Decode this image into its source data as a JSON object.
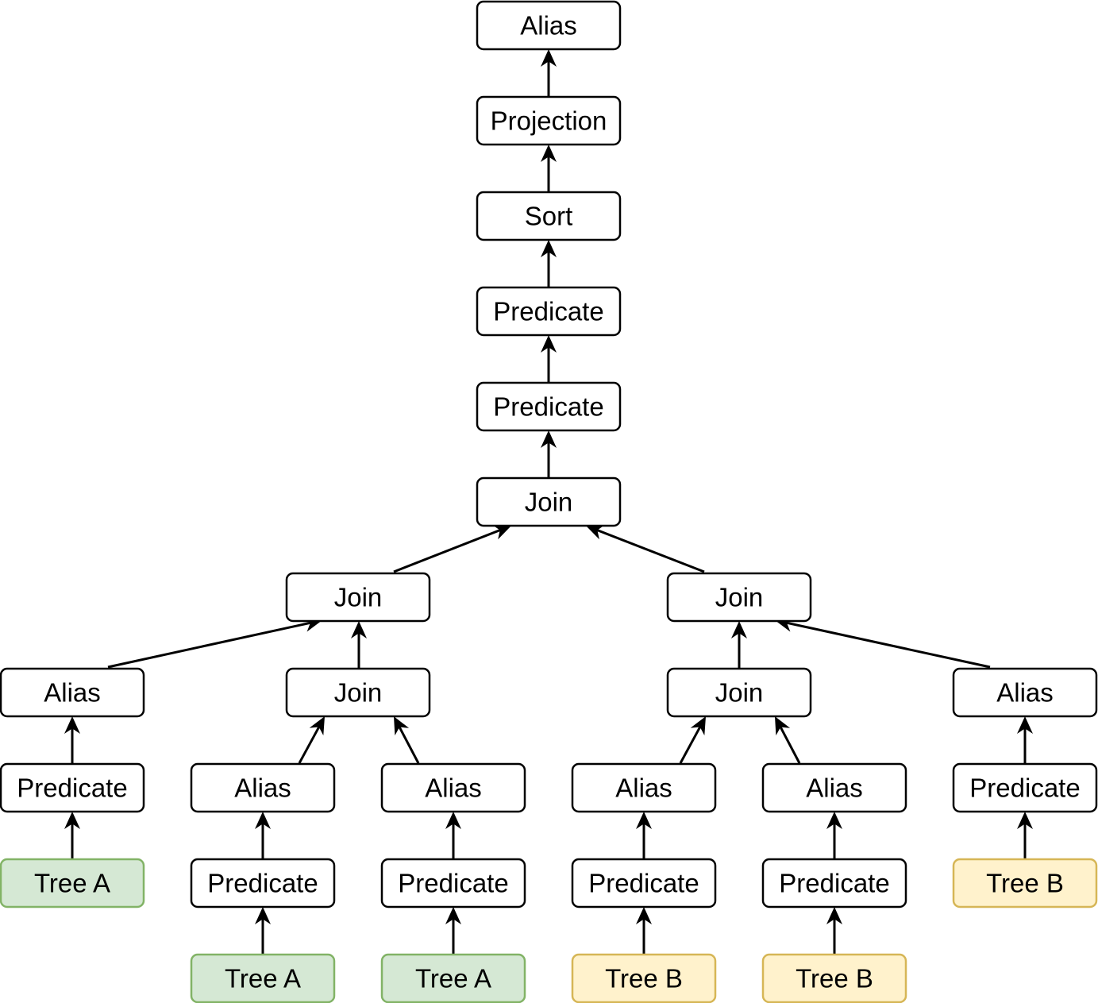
{
  "nodes": [
    {
      "id": "n1",
      "label": "Alias"
    },
    {
      "id": "n2",
      "label": "Projection"
    },
    {
      "id": "n3",
      "label": "Sort"
    },
    {
      "id": "n4",
      "label": "Predicate"
    },
    {
      "id": "n5",
      "label": "Predicate"
    },
    {
      "id": "n6",
      "label": "Join"
    },
    {
      "id": "n7",
      "label": "Join"
    },
    {
      "id": "n8",
      "label": "Join"
    },
    {
      "id": "n9",
      "label": "Alias"
    },
    {
      "id": "n10",
      "label": "Join"
    },
    {
      "id": "n11",
      "label": "Join"
    },
    {
      "id": "n12",
      "label": "Alias"
    },
    {
      "id": "n13",
      "label": "Predicate"
    },
    {
      "id": "n14",
      "label": "Alias"
    },
    {
      "id": "n15",
      "label": "Alias"
    },
    {
      "id": "n16",
      "label": "Alias"
    },
    {
      "id": "n17",
      "label": "Alias"
    },
    {
      "id": "n18",
      "label": "Predicate"
    },
    {
      "id": "n19",
      "label": "Tree A",
      "style": "green"
    },
    {
      "id": "n20",
      "label": "Predicate"
    },
    {
      "id": "n21",
      "label": "Predicate"
    },
    {
      "id": "n22",
      "label": "Predicate"
    },
    {
      "id": "n23",
      "label": "Predicate"
    },
    {
      "id": "n24",
      "label": "Tree B",
      "style": "yellow"
    },
    {
      "id": "n25",
      "label": "Tree A",
      "style": "green"
    },
    {
      "id": "n26",
      "label": "Tree A",
      "style": "green"
    },
    {
      "id": "n27",
      "label": "Tree B",
      "style": "yellow"
    },
    {
      "id": "n28",
      "label": "Tree B",
      "style": "yellow"
    }
  ],
  "edges": [
    {
      "from": "n2",
      "to": "n1"
    },
    {
      "from": "n3",
      "to": "n2"
    },
    {
      "from": "n4",
      "to": "n3"
    },
    {
      "from": "n5",
      "to": "n4"
    },
    {
      "from": "n6",
      "to": "n5"
    },
    {
      "from": "n7",
      "to": "n6"
    },
    {
      "from": "n8",
      "to": "n6"
    },
    {
      "from": "n9",
      "to": "n7"
    },
    {
      "from": "n10",
      "to": "n7"
    },
    {
      "from": "n11",
      "to": "n8"
    },
    {
      "from": "n12",
      "to": "n8"
    },
    {
      "from": "n13",
      "to": "n9"
    },
    {
      "from": "n14",
      "to": "n10"
    },
    {
      "from": "n15",
      "to": "n10"
    },
    {
      "from": "n16",
      "to": "n11"
    },
    {
      "from": "n17",
      "to": "n11"
    },
    {
      "from": "n18",
      "to": "n12"
    },
    {
      "from": "n19",
      "to": "n13"
    },
    {
      "from": "n20",
      "to": "n14"
    },
    {
      "from": "n21",
      "to": "n15"
    },
    {
      "from": "n22",
      "to": "n16"
    },
    {
      "from": "n23",
      "to": "n17"
    },
    {
      "from": "n24",
      "to": "n18"
    },
    {
      "from": "n25",
      "to": "n20"
    },
    {
      "from": "n26",
      "to": "n21"
    },
    {
      "from": "n27",
      "to": "n22"
    },
    {
      "from": "n28",
      "to": "n23"
    }
  ]
}
